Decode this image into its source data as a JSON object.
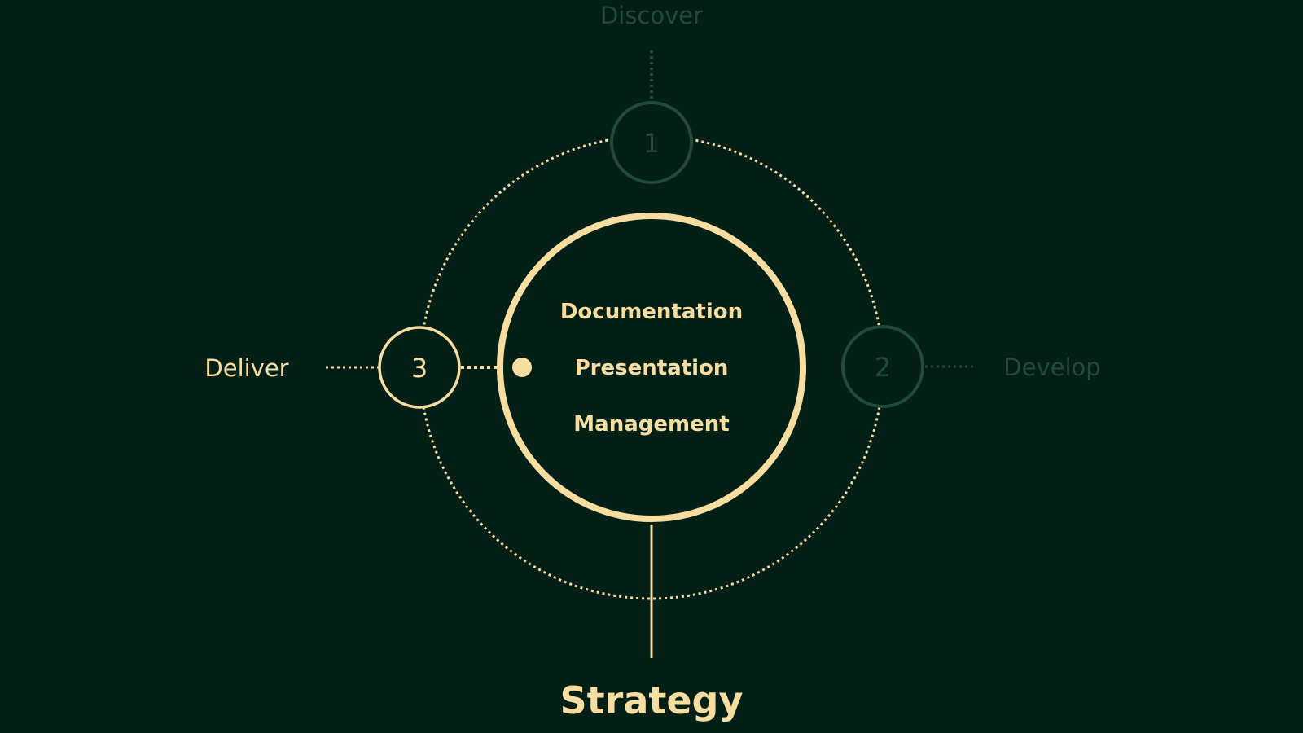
{
  "colors": {
    "background": "#031f16",
    "accent": "#f7dea0",
    "inactive": "#214a3b"
  },
  "title": "Strategy",
  "center_items": [
    "Documentation",
    "Presentation",
    "Management"
  ],
  "stages": [
    {
      "number": "1",
      "label": "Discover",
      "active": false
    },
    {
      "number": "2",
      "label": "Develop",
      "active": false
    },
    {
      "number": "3",
      "label": "Deliver",
      "active": true
    }
  ]
}
